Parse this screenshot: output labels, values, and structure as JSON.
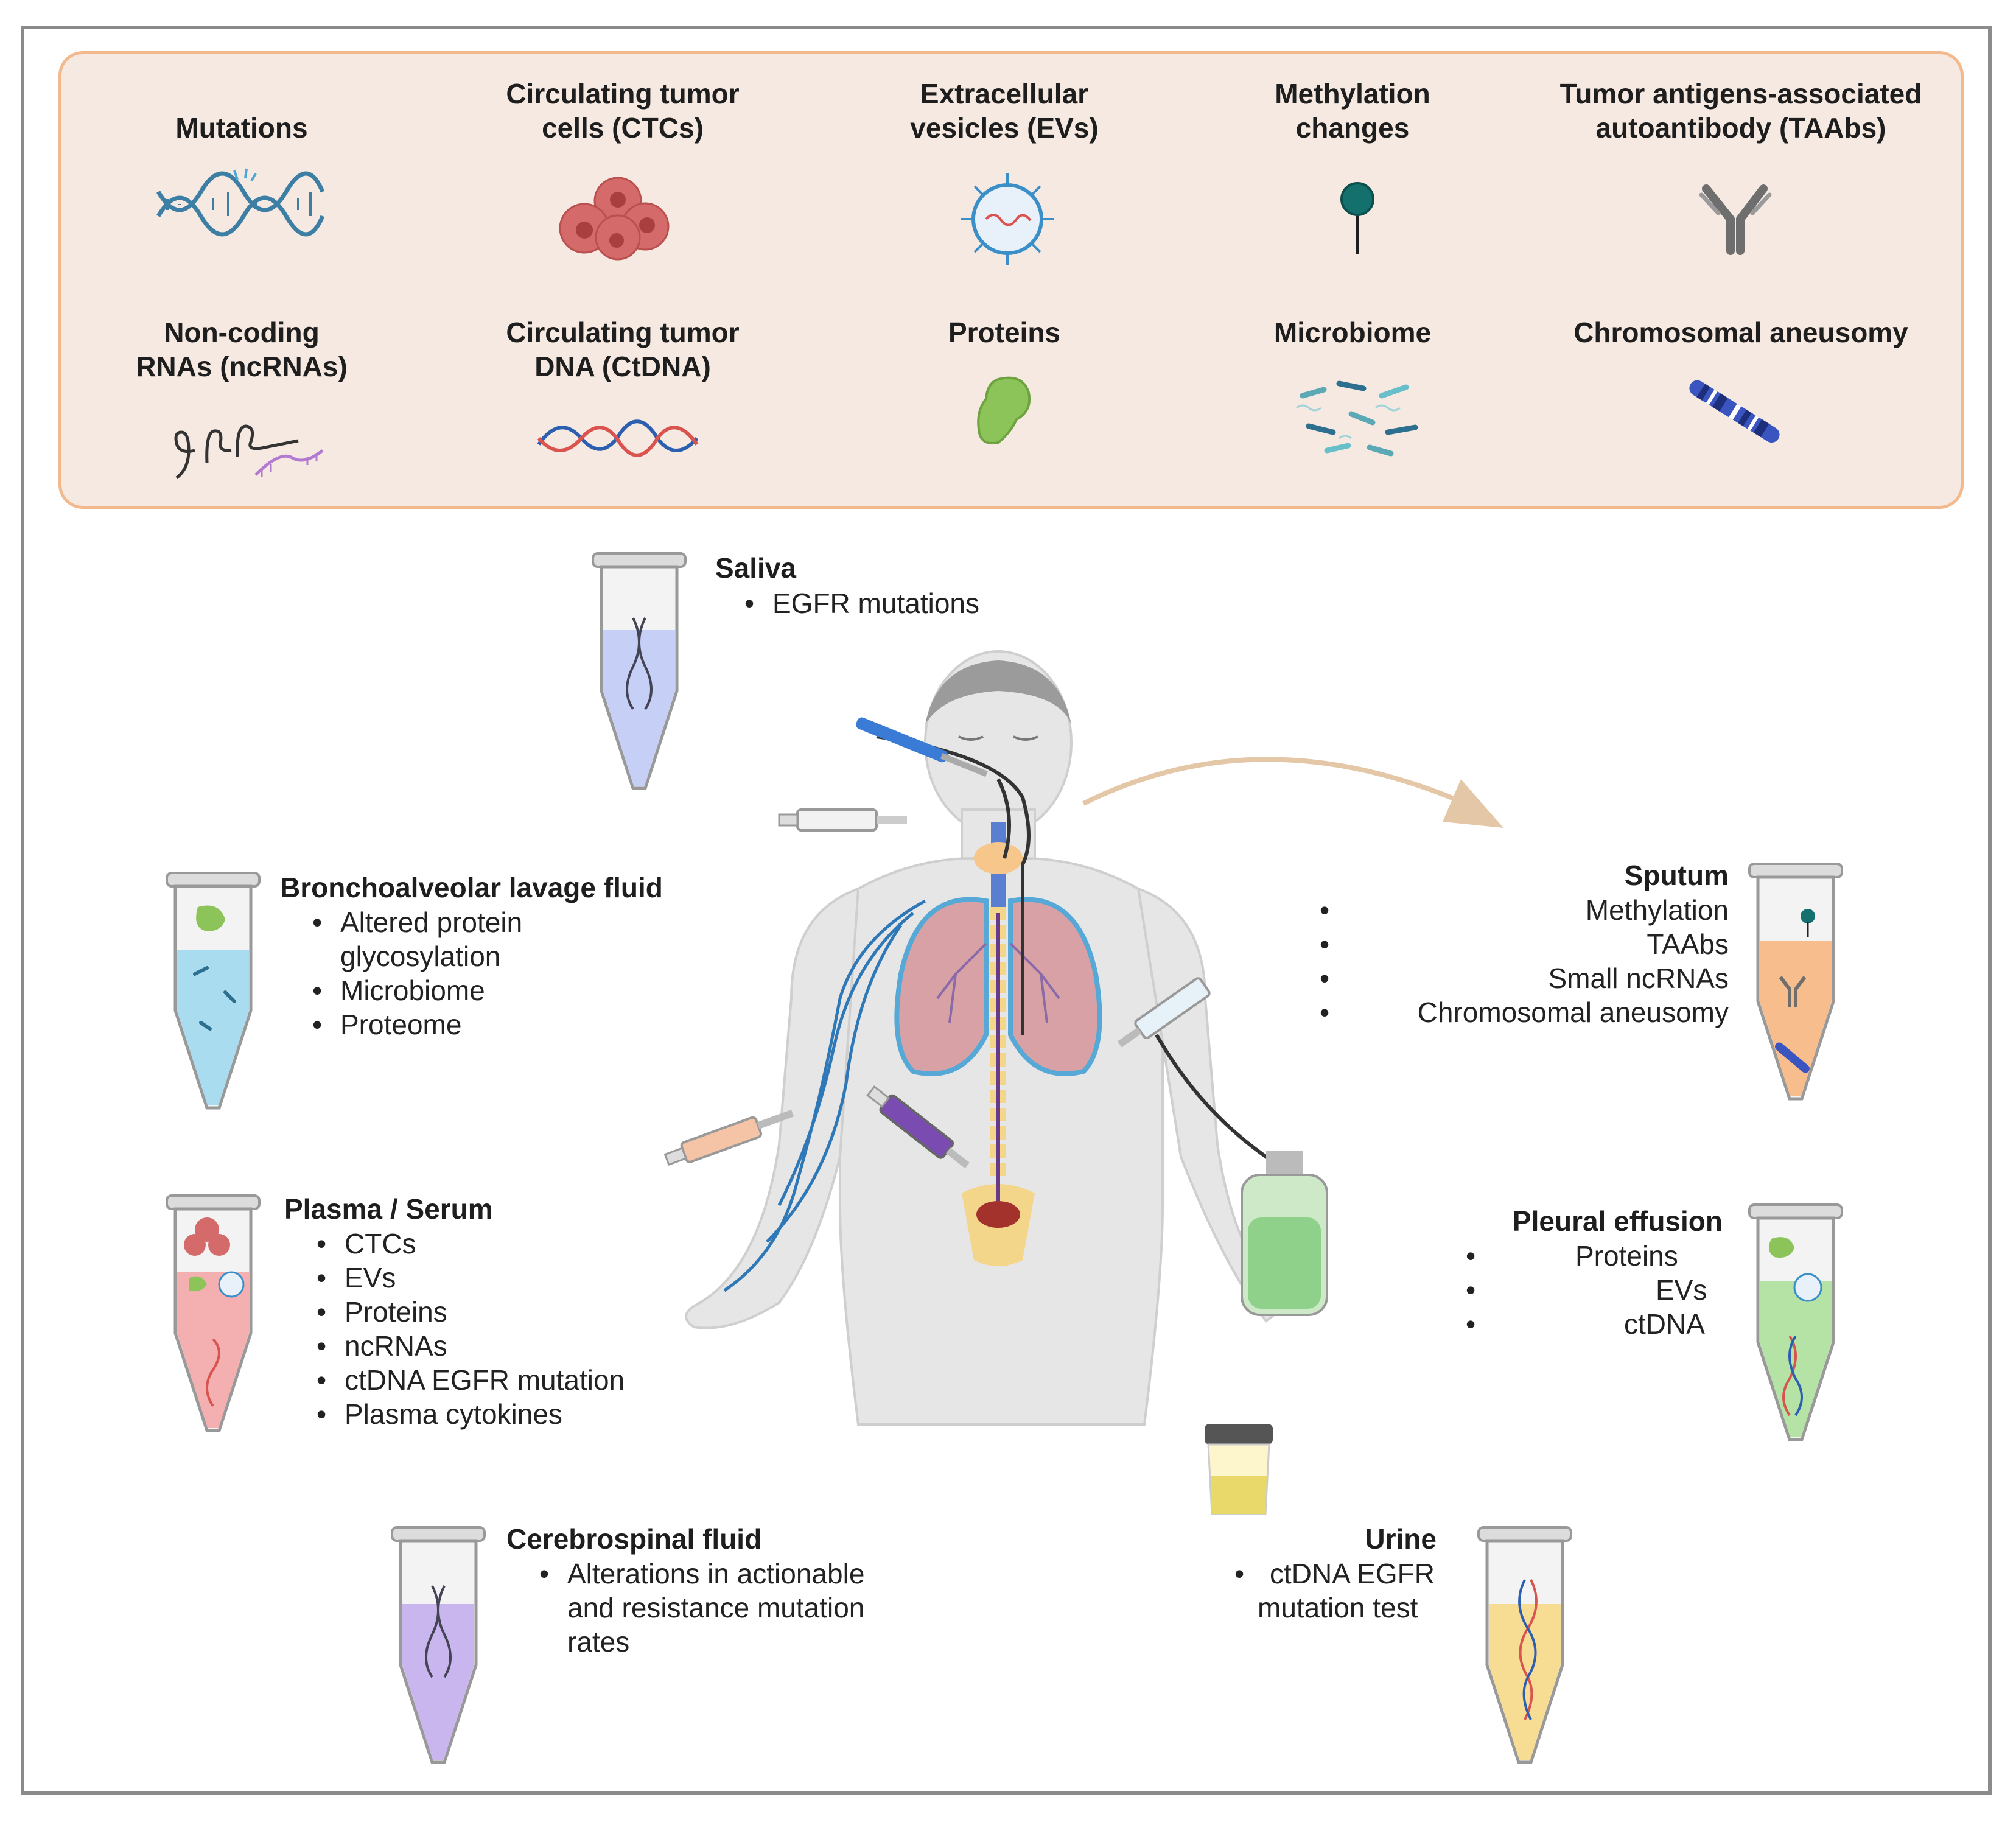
{
  "colors": {
    "panel_bg": "#f6e9e1",
    "panel_border": "#f2b98d",
    "frame": "#8b8b8b",
    "dna_blue": "#3d7fa4",
    "ctc_red": "#d46a6a",
    "ev_blue": "#3b8fc9",
    "methylation_teal": "#14706c",
    "antibody_gray": "#6e6e6e",
    "protein_green": "#8cc45a",
    "chromosome_blue": "#2a3f9a",
    "arrow_tan": "#e4c7a6",
    "vein_blue": "#2f78b8",
    "lung_pink": "#d8a1a6",
    "spine_yellow": "#f3d68a"
  },
  "biomarkers": [
    {
      "label_lines": [
        "Mutations"
      ],
      "icon": "dna-helix-icon"
    },
    {
      "label_lines": [
        "Circulating tumor",
        "cells (CTCs)"
      ],
      "icon": "tumor-cells-icon"
    },
    {
      "label_lines": [
        "Extracellular",
        "vesicles (EVs)"
      ],
      "icon": "vesicle-icon"
    },
    {
      "label_lines": [
        "Methylation",
        "changes"
      ],
      "icon": "methylation-pin-icon"
    },
    {
      "label_lines": [
        "Tumor antigens-associated",
        "autoantibody (TAAbs)"
      ],
      "icon": "antibody-icon"
    },
    {
      "label_lines": [
        "Non-coding",
        "RNAs (ncRNAs)"
      ],
      "icon": "rna-hairpin-icon"
    },
    {
      "label_lines": [
        "Circulating tumor",
        "DNA (CtDNA)"
      ],
      "icon": "ctdna-strand-icon"
    },
    {
      "label_lines": [
        "Proteins"
      ],
      "icon": "protein-blob-icon"
    },
    {
      "label_lines": [
        "Microbiome"
      ],
      "icon": "bacteria-icon"
    },
    {
      "label_lines": [
        "Chromosomal aneusomy"
      ],
      "icon": "chromosome-icon"
    }
  ],
  "samples": {
    "saliva": {
      "title": "Saliva",
      "items": [
        "EGFR mutations"
      ],
      "tube_fill": "#c6cff5"
    },
    "balf": {
      "title": "Bronchoalveolar lavage fluid",
      "items": [
        "Altered protein",
        "glycosylation",
        "Microbiome",
        "Proteome"
      ],
      "tube_fill": "#a9dcef"
    },
    "plasma": {
      "title": "Plasma / Serum",
      "items": [
        "CTCs",
        "EVs",
        "Proteins",
        "ncRNAs",
        "ctDNA EGFR mutation",
        "Plasma cytokines"
      ],
      "tube_fill": "#f4b0b0"
    },
    "csf": {
      "title": "Cerebrospinal fluid",
      "items": [
        "Alterations in actionable",
        "and resistance mutation",
        "rates"
      ],
      "tube_fill": "#c9b6ee"
    },
    "sputum": {
      "title": "Sputum",
      "items": [
        "Methylation",
        "TAAbs",
        "Small ncRNAs",
        "Chromosomal aneusomy"
      ],
      "tube_fill": "#f8bd8c"
    },
    "pleural": {
      "title": "Pleural effusion",
      "items": [
        "Proteins",
        "EVs",
        "ctDNA"
      ],
      "tube_fill": "#b5e3a6"
    },
    "urine": {
      "title": "Urine",
      "items": [
        "ctDNA EGFR",
        "mutation test"
      ],
      "tube_fill": "#f7dc94"
    }
  }
}
